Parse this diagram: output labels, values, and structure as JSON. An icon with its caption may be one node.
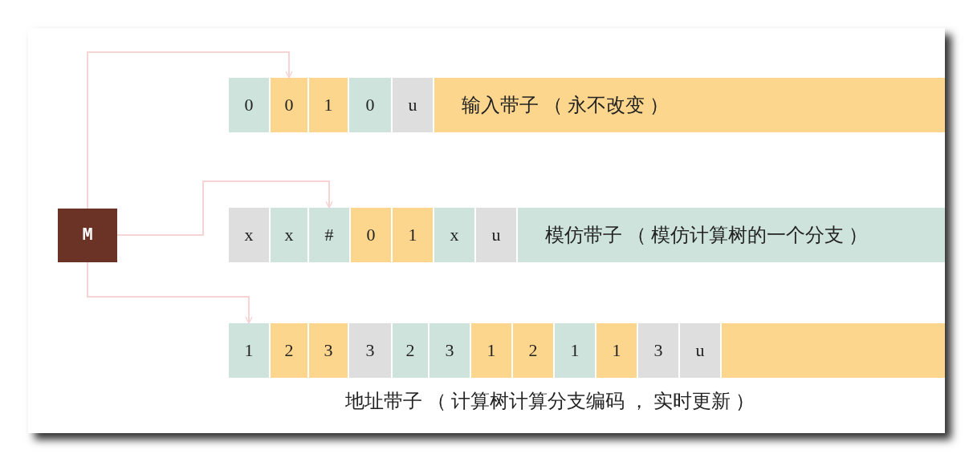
{
  "diagram": {
    "nodes": [
      {
        "text": [
          "M"
        ]
      },
      {
        "text": [
          "0"
        ]
      },
      {
        "text": [
          "0"
        ]
      },
      {
        "text": [
          "1"
        ]
      },
      {
        "text": [
          "0"
        ]
      },
      {
        "text": [
          "u"
        ]
      },
      {
        "text": [
          "输入带子 （ 永不改变 ）"
        ]
      },
      {
        "text": [
          "x"
        ]
      },
      {
        "text": [
          "x"
        ]
      },
      {
        "text": [
          "#"
        ]
      },
      {
        "text": [
          "0"
        ]
      },
      {
        "text": [
          "1"
        ]
      },
      {
        "text": [
          "x"
        ]
      },
      {
        "text": [
          "u"
        ]
      },
      {
        "text": [
          "模仿带子 （ 模仿计算树的一个分支 ）"
        ]
      },
      {
        "text": [
          "1"
        ]
      },
      {
        "text": [
          "2"
        ]
      },
      {
        "text": [
          "3"
        ]
      },
      {
        "text": [
          "3"
        ]
      },
      {
        "text": [
          "2"
        ]
      },
      {
        "text": [
          "3"
        ]
      },
      {
        "text": [
          "1"
        ]
      },
      {
        "text": [
          "2"
        ]
      },
      {
        "text": [
          "1"
        ]
      },
      {
        "text": [
          "1"
        ]
      },
      {
        "text": [
          "3"
        ]
      },
      {
        "text": [
          "u"
        ]
      },
      {
        "text": [],
        "shape": "bar"
      }
    ],
    "edges": [
      {
        "from": 0,
        "to": 2,
        "arrow": "to"
      },
      {
        "from": 0,
        "to": 9,
        "arrow": "to"
      },
      {
        "from": 0,
        "to": 15,
        "arrow": "to"
      }
    ],
    "labels": [
      "地址带子 （ 计算树计算分支编码 ， 实时更新 ）"
    ]
  }
}
